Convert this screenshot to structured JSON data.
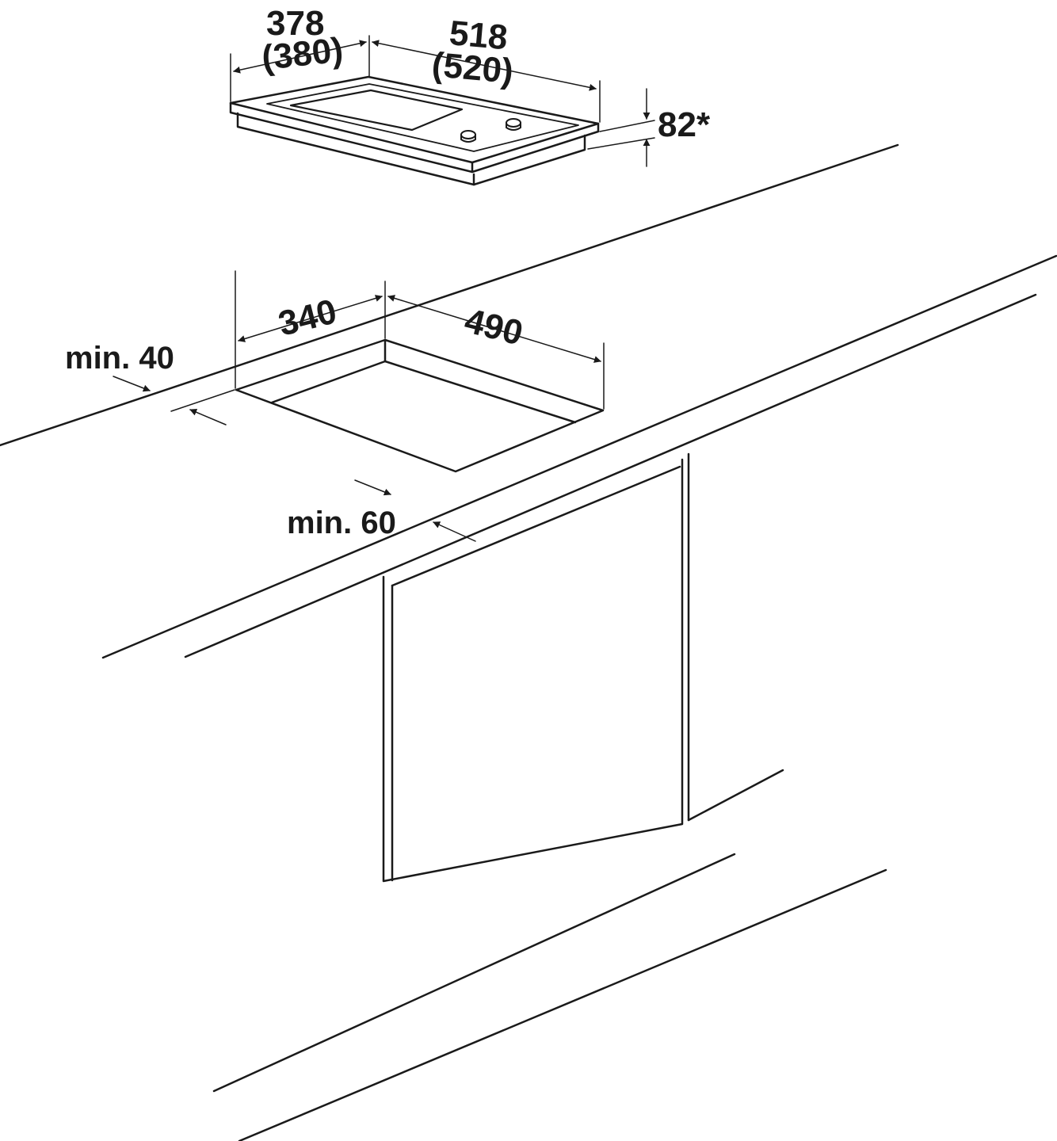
{
  "hob": {
    "width_label": "378",
    "width_alt_label": "(380)",
    "depth_label": "518",
    "depth_alt_label": "(520)",
    "height_label": "82*"
  },
  "cutout": {
    "width_label": "340",
    "depth_label": "490"
  },
  "clearances": {
    "rear_label": "min. 40",
    "front_label": "min. 60"
  },
  "colors": {
    "line": "#1a1a1a",
    "background": "#ffffff"
  }
}
